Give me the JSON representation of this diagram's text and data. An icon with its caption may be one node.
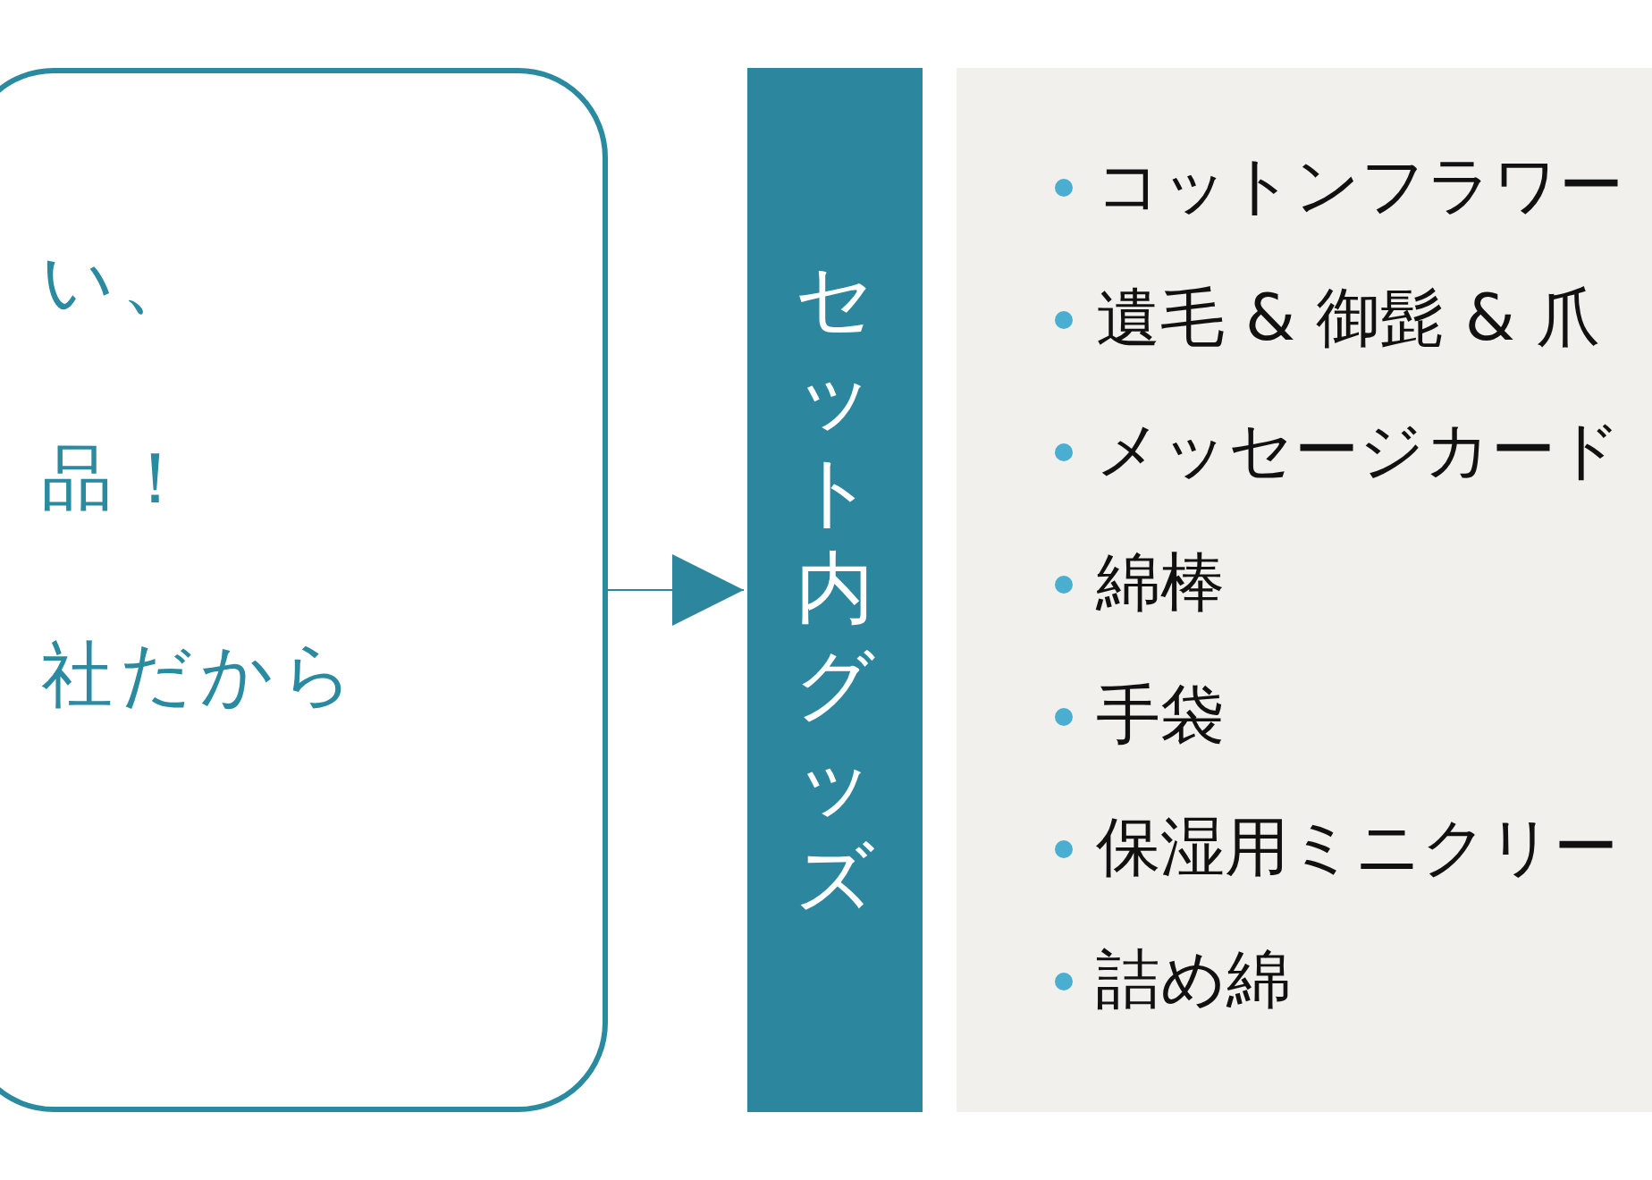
{
  "diagram": {
    "nodes": [
      {
        "text": [
          "い、",
          "品！",
          "社だから"
        ]
      },
      {
        "text": [
          "セット内グッズ"
        ]
      },
      {
        "text": [
          "コットンフラワー",
          "遺毛 & 御髭 & 爪",
          "メッセージカード",
          "綿棒",
          "手袋",
          "保湿用ミニクリー",
          "詰め綿"
        ]
      }
    ],
    "edges": [
      {
        "from": 0,
        "to": 1,
        "arrow": "to"
      }
    ]
  }
}
